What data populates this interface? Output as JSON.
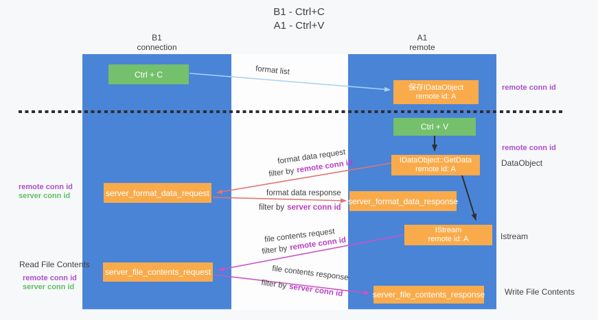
{
  "title": {
    "line1": "B1 - Ctrl+C",
    "line2": "A1 - Ctrl+V"
  },
  "columns": {
    "left": {
      "name": "B1",
      "subtitle": "connection"
    },
    "right": {
      "name": "A1",
      "subtitle": "remote"
    }
  },
  "boxes": {
    "ctrl_c": "Ctrl + C",
    "ctrl_v": "Ctrl + V",
    "save_idataobject": {
      "line1": "保存IDataObject",
      "line2": "remote id: A"
    },
    "getdata": {
      "line1": "IDataObject::GetData",
      "line2": "remote id: A"
    },
    "istream": {
      "line1": "IStream",
      "line2": "remote id: A"
    },
    "server_format_data_request": "server_format_data_request",
    "server_format_data_response": "server_format_data_response",
    "server_file_contents_request": "server_file_contents_request",
    "server_file_contents_response": "server_file_contents_response"
  },
  "arrow_labels": {
    "format_list": "format list",
    "format_data_request": "format data request",
    "format_data_response": "format data response",
    "file_contents_request": "file contents request",
    "file_contents_response": "file contents response",
    "filter_by": "filter by",
    "remote_conn_id": "remote conn id",
    "server_conn_id": "server conn id"
  },
  "side_labels": {
    "remote_conn_id": "remote conn id",
    "server_conn_id": "server conn id",
    "dataobject": "DataObject",
    "istream": "Istream",
    "read_file_contents": "Read File Contents",
    "write_file_contents": "Write File Contents"
  },
  "colors": {
    "column_blue": "#4a84d7",
    "box_orange": "#f9ab4b",
    "box_green": "#74c06c",
    "arrow_light_blue": "#a9d2f2",
    "arrow_salmon": "#e4736e",
    "arrow_magenta": "#ca53c5",
    "arrow_black": "#2f2f2f",
    "text_purple": "#ab51c9",
    "text_magenta": "#bb3fc4",
    "text_green": "#5fbd66",
    "text_dark": "#3f3f3f",
    "page_bg": "#f7f8f9"
  }
}
